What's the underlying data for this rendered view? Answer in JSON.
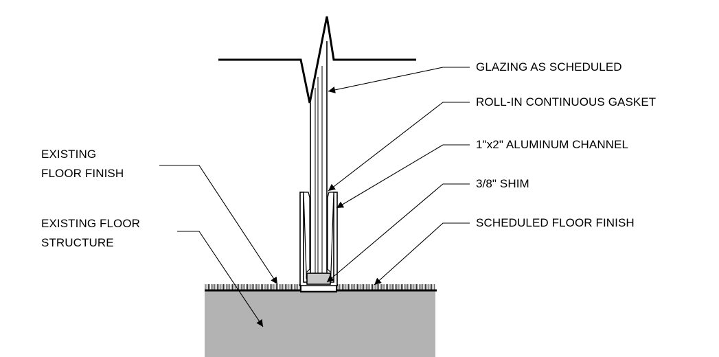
{
  "labels": {
    "glazing": "GLAZING AS SCHEDULED",
    "gasket": "ROLL-IN CONTINUOUS GASKET",
    "channel": "1\"x2\" ALUMINUM CHANNEL",
    "shim": "3/8\" SHIM",
    "scheduled_floor_finish": "SCHEDULED FLOOR FINISH",
    "existing_floor_finish": [
      "EXISTING",
      "FLOOR FINISH"
    ],
    "existing_floor_structure": [
      "EXISTING FLOOR",
      "STRUCTURE"
    ]
  },
  "colors": {
    "line": "#000000",
    "slab": "#b3b3b3",
    "shim": "#c8c8c8",
    "background": "#ffffff"
  }
}
